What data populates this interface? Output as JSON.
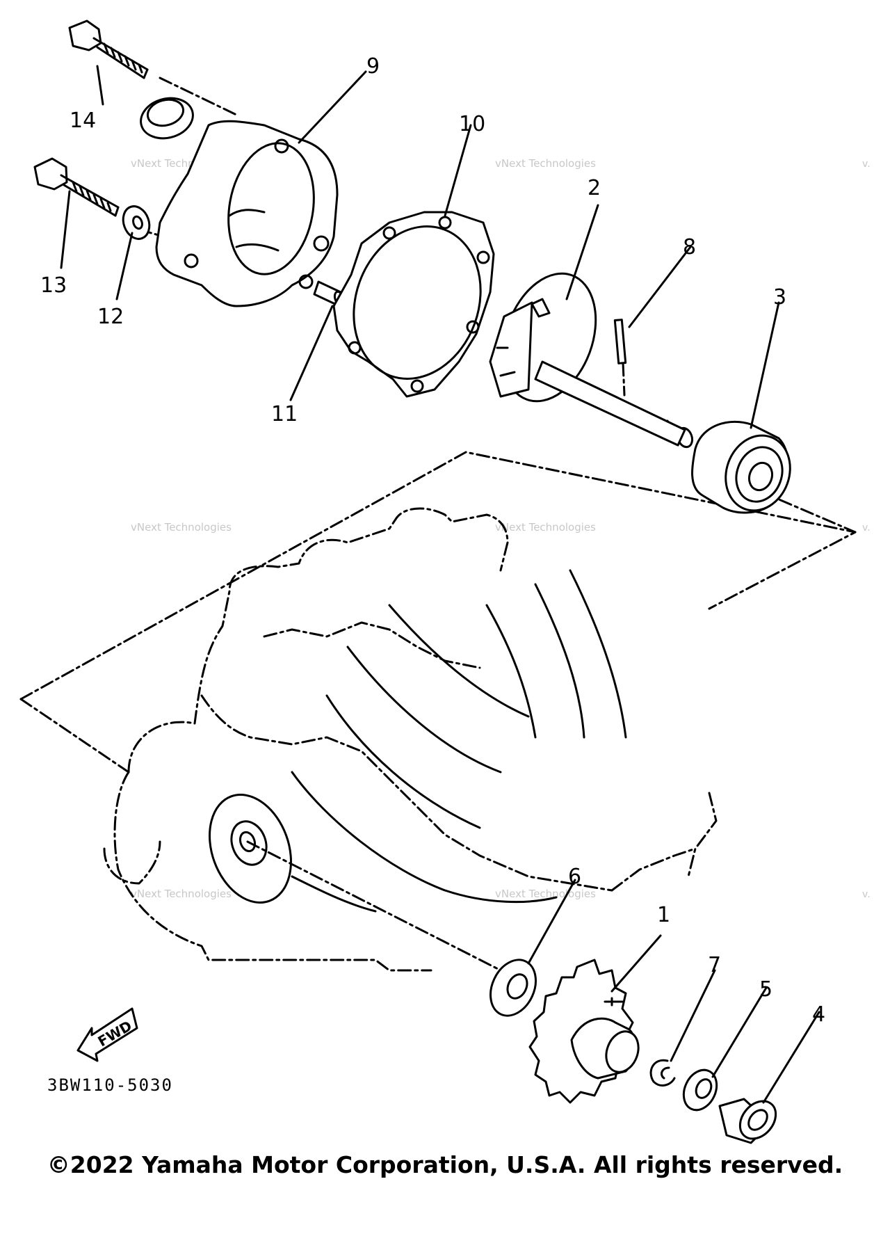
{
  "diagram": {
    "part_code": "3BW110-5030",
    "fwd_label": "FWD",
    "watermark_text": "vNext Technologies",
    "watermark_text_cut": "v.",
    "copyright": "©2022 Yamaha Motor Corporation, U.S.A. All rights reserved.",
    "callouts": [
      "1",
      "2",
      "3",
      "4",
      "5",
      "6",
      "7",
      "8",
      "9",
      "10",
      "11",
      "12",
      "13",
      "14"
    ],
    "parts": [
      "drive gear",
      "impeller shaft",
      "bearing",
      "collar",
      "washer",
      "thrust washer",
      "circlip",
      "pin",
      "water pump housing",
      "gasket",
      "dowel pin",
      "washer",
      "bolt",
      "bolt"
    ]
  }
}
